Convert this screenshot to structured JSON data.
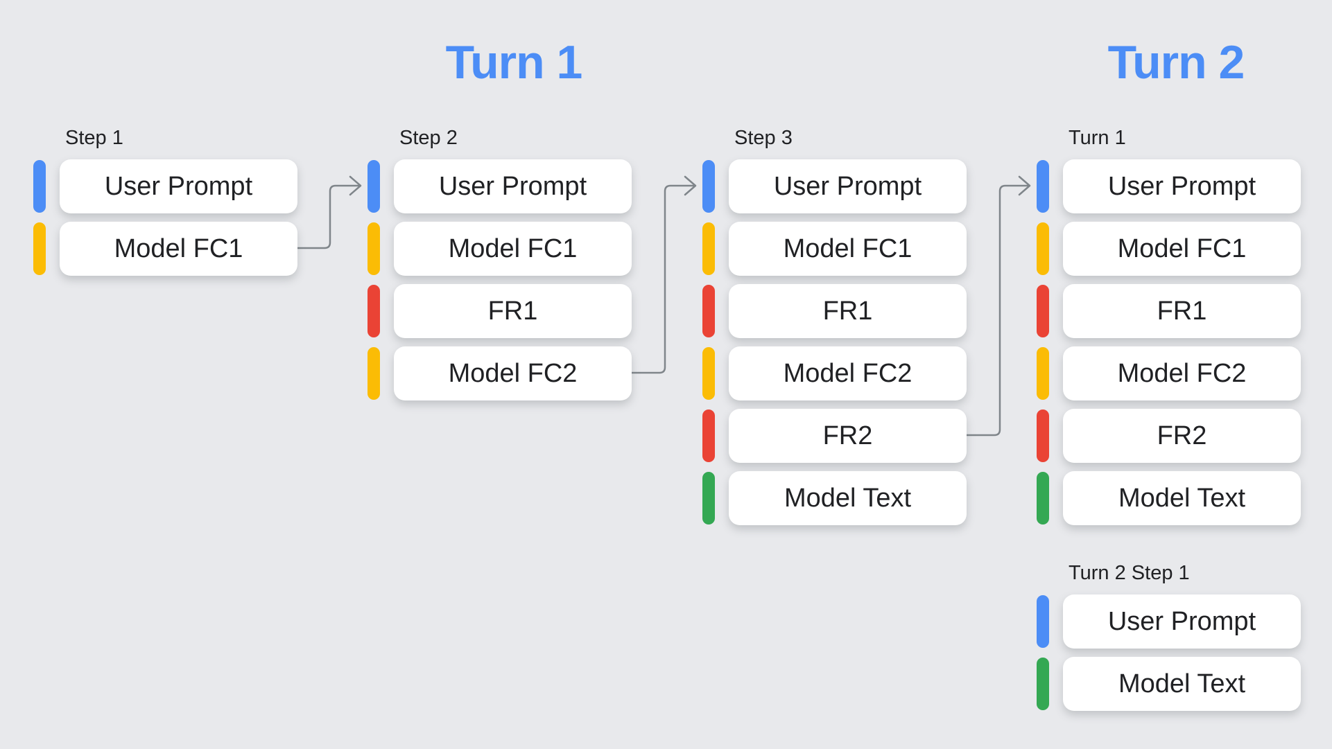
{
  "titles": {
    "turn1": "Turn 1",
    "turn2": "Turn 2"
  },
  "colors": {
    "background": "#E8E9EC",
    "title_blue": "#4C8DF6",
    "user_prompt_blue": "#4C8DF6",
    "model_fc_yellow": "#FBBC05",
    "function_response_red": "#EA4335",
    "model_text_green": "#34A853",
    "arrow_gray": "#7F858A",
    "text_dark": "#202124",
    "box_white": "#FFFFFF"
  },
  "columns": [
    {
      "label": "Step 1",
      "items": [
        {
          "label": "User Prompt",
          "type": "user-prompt",
          "color": "#4C8DF6"
        },
        {
          "label": "Model FC1",
          "type": "model-function-call",
          "color": "#FBBC05"
        }
      ]
    },
    {
      "label": "Step 2",
      "items": [
        {
          "label": "User Prompt",
          "type": "user-prompt",
          "color": "#4C8DF6"
        },
        {
          "label": "Model FC1",
          "type": "model-function-call",
          "color": "#FBBC05"
        },
        {
          "label": "FR1",
          "type": "function-response",
          "color": "#EA4335"
        },
        {
          "label": "Model FC2",
          "type": "model-function-call",
          "color": "#FBBC05"
        }
      ]
    },
    {
      "label": "Step 3",
      "items": [
        {
          "label": "User Prompt",
          "type": "user-prompt",
          "color": "#4C8DF6"
        },
        {
          "label": "Model FC1",
          "type": "model-function-call",
          "color": "#FBBC05"
        },
        {
          "label": "FR1",
          "type": "function-response",
          "color": "#EA4335"
        },
        {
          "label": "Model FC2",
          "type": "model-function-call",
          "color": "#FBBC05"
        },
        {
          "label": "FR2",
          "type": "function-response",
          "color": "#EA4335"
        },
        {
          "label": "Model Text",
          "type": "model-text",
          "color": "#34A853"
        }
      ]
    },
    {
      "label": "Turn 1",
      "items": [
        {
          "label": "User Prompt",
          "type": "user-prompt",
          "color": "#4C8DF6"
        },
        {
          "label": "Model FC1",
          "type": "model-function-call",
          "color": "#FBBC05"
        },
        {
          "label": "FR1",
          "type": "function-response",
          "color": "#EA4335"
        },
        {
          "label": "Model FC2",
          "type": "model-function-call",
          "color": "#FBBC05"
        },
        {
          "label": "FR2",
          "type": "function-response",
          "color": "#EA4335"
        },
        {
          "label": "Model Text",
          "type": "model-text",
          "color": "#34A853"
        }
      ]
    },
    {
      "label": "Turn 2 Step 1",
      "items": [
        {
          "label": "User Prompt",
          "type": "user-prompt",
          "color": "#4C8DF6"
        },
        {
          "label": "Model Text",
          "type": "model-text",
          "color": "#34A853"
        }
      ]
    }
  ],
  "arrows": [
    {
      "name": "arrow-step1-to-step2",
      "from": "Step 1 / Model FC1",
      "to": "Step 2 / User Prompt"
    },
    {
      "name": "arrow-step2-to-step3",
      "from": "Step 2 / Model FC2",
      "to": "Step 3 / User Prompt"
    },
    {
      "name": "arrow-step3-to-turn1",
      "from": "Step 3 / FR2",
      "to": "Turn 2 / Turn 1 / User Prompt"
    }
  ]
}
